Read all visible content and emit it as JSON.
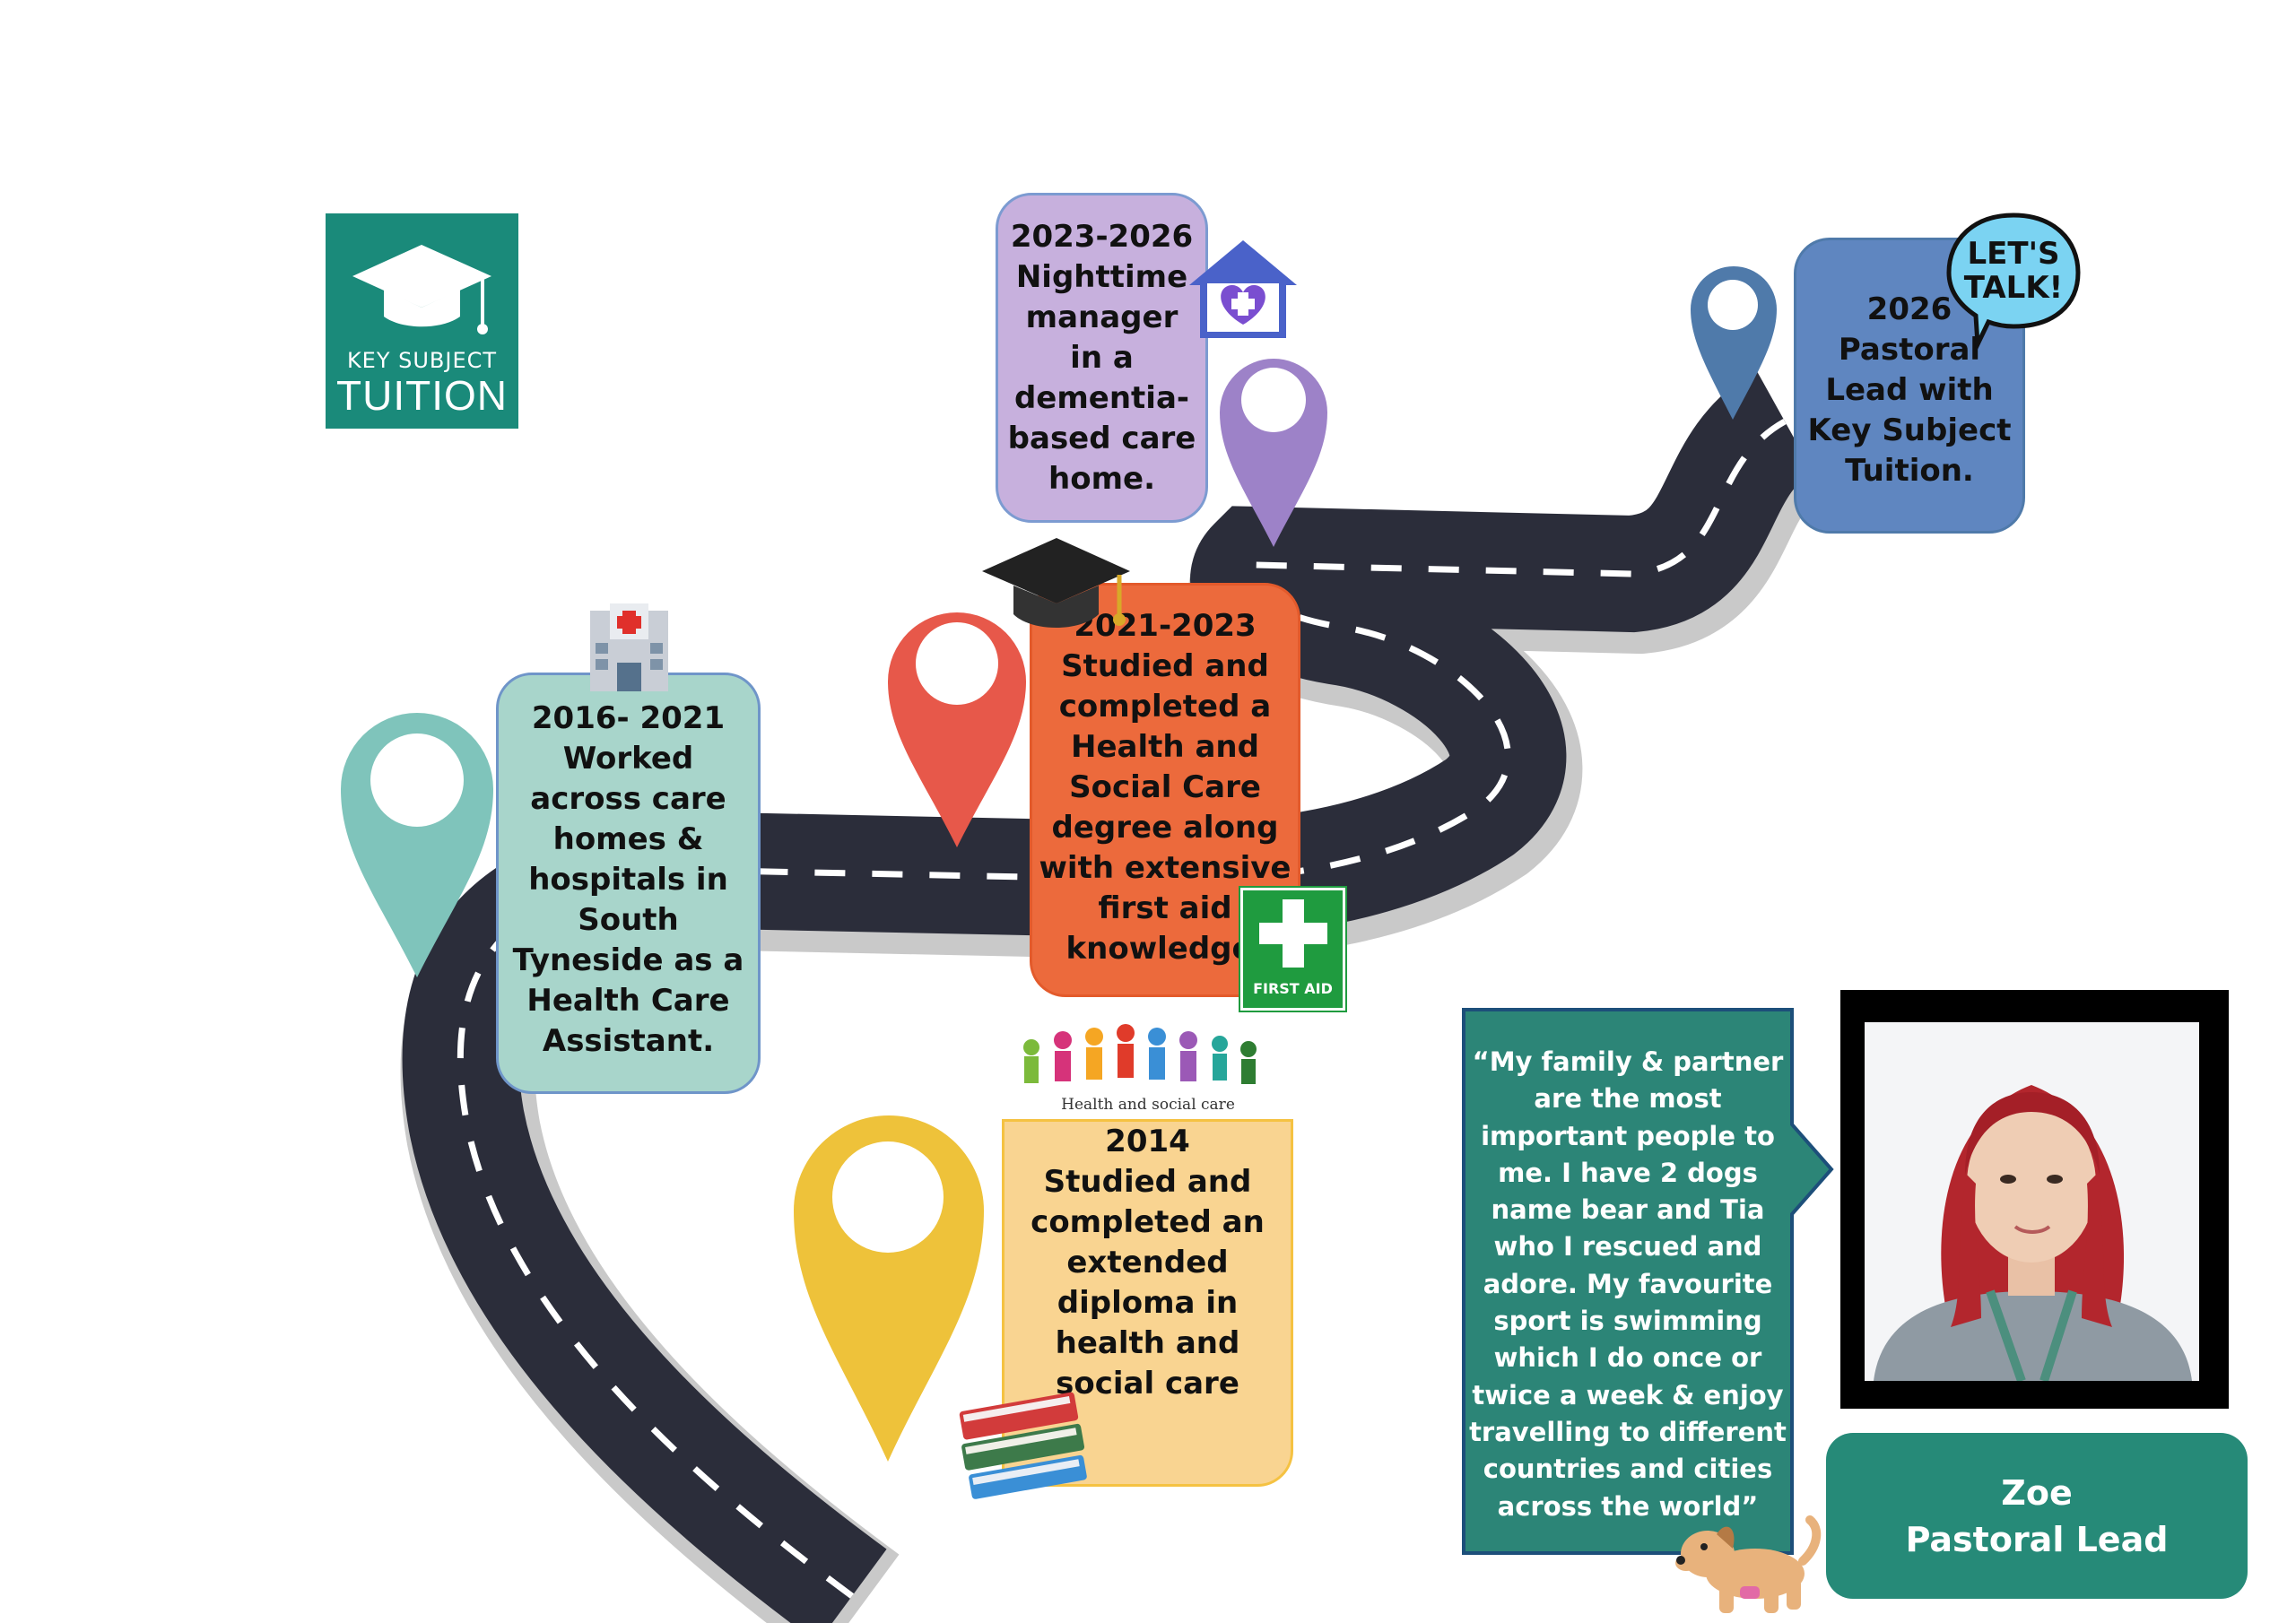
{
  "logo": {
    "line1": "KEY SUBJECT",
    "line2": "TUITION",
    "color": "#1a8a7a"
  },
  "milestones": [
    {
      "id": "2016-2021",
      "color": "#a8d5cb",
      "lines": [
        "2016- 2021",
        "Worked",
        "across care",
        "homes &",
        "hospitals in",
        "South",
        "Tyneside as a",
        "Health Care",
        "Assistant."
      ],
      "icon": "hospital-icon"
    },
    {
      "id": "2014",
      "color": "#f9d491",
      "lines": [
        "2014",
        "Studied and",
        "completed an",
        "extended",
        "diploma in",
        "health and",
        "social care"
      ],
      "icon": "books-icon",
      "header_caption": "Health and social care"
    },
    {
      "id": "2021-2023",
      "color": "#ec6a3c",
      "lines": [
        "2021-2023",
        "Studied and",
        "completed a",
        "Health and",
        "Social Care",
        "degree along",
        "with extensive",
        "first aid",
        "knowledge."
      ],
      "icon": "graduation-cap-icon",
      "badge": "FIRST AID"
    },
    {
      "id": "2023-2026",
      "color": "#c7b0dd",
      "lines": [
        "2023-2026",
        "Nighttime",
        "manager",
        "in a",
        "dementia-",
        "based care",
        "home."
      ],
      "icon": "care-home-icon"
    },
    {
      "id": "2026",
      "color": "#5f86c0",
      "lines": [
        "2026",
        "Pastoral",
        "Lead with",
        "Key Subject",
        "Tuition."
      ],
      "speech_bubble": [
        "LET'S",
        "TALK!"
      ]
    }
  ],
  "quote": {
    "lines": [
      "“My family & partner",
      "are the most",
      "important people to",
      "me. I have 2 dogs",
      "name bear and Tia",
      "who I rescued and",
      "adore. My favourite",
      "sport is swimming",
      "which I do once or",
      "twice a week & enjoy",
      "travelling to different",
      "countries and cities",
      "across the world”"
    ],
    "color": "#2c8577"
  },
  "profile": {
    "name": "Zoe",
    "role": "Pastoral Lead",
    "card_color": "#268a78"
  }
}
